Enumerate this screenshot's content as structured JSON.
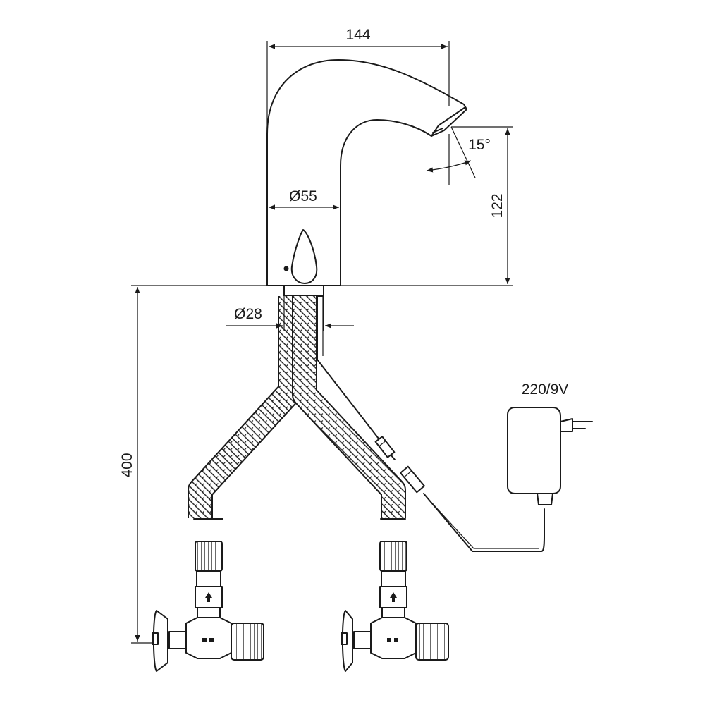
{
  "dimensions": {
    "width": "144",
    "spout_angle": "15°",
    "spout_height": "122",
    "body_diameter": "Ø55",
    "shank_diameter": "Ø28",
    "total_height": "400"
  },
  "power_supply": {
    "rating": "220/9V"
  }
}
